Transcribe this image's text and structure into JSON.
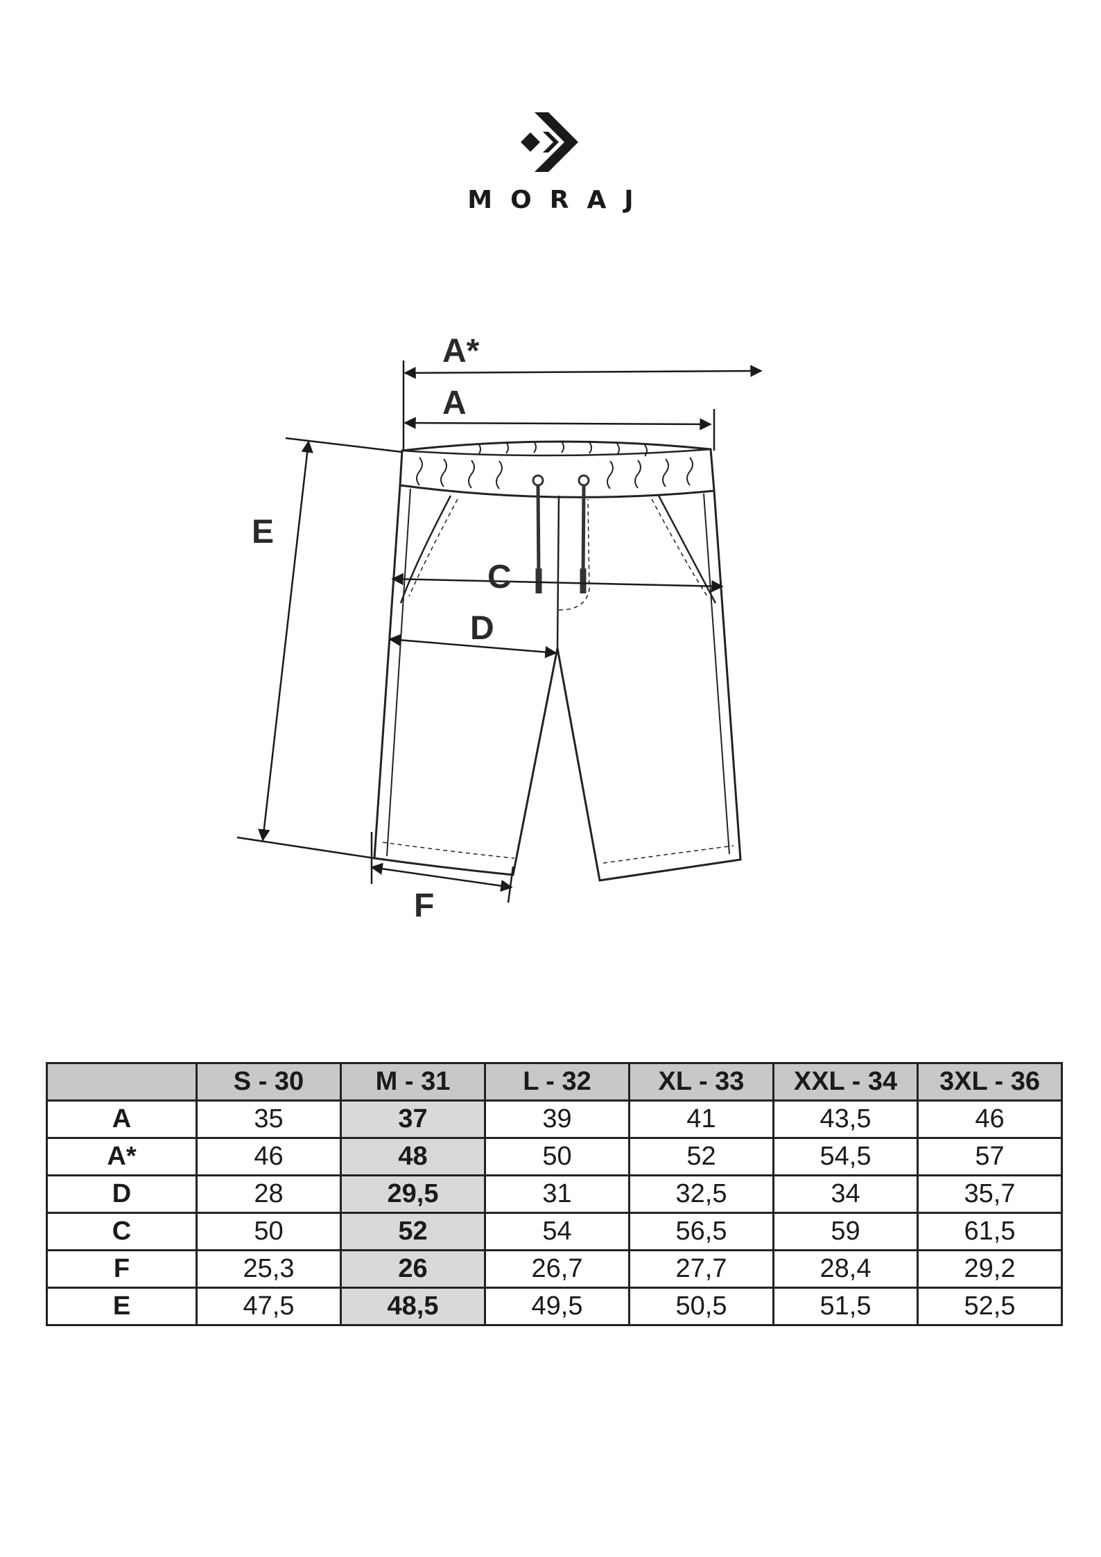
{
  "brand": {
    "name": "MORAJ",
    "icon": "arrow-chevron-logo-icon"
  },
  "diagram": {
    "labels": {
      "a_star": "A*",
      "a": "A",
      "e": "E",
      "c": "C",
      "d": "D",
      "f": "F"
    }
  },
  "table": {
    "corner": "",
    "columns": [
      "S - 30",
      "M - 31",
      "L - 32",
      "XL - 33",
      "XXL - 34",
      "3XL - 36"
    ],
    "highlight_column": 1,
    "rows": [
      {
        "label": "A",
        "values": [
          "35",
          "37",
          "39",
          "41",
          "43,5",
          "46"
        ]
      },
      {
        "label": "A*",
        "values": [
          "46",
          "48",
          "50",
          "52",
          "54,5",
          "57"
        ]
      },
      {
        "label": "D",
        "values": [
          "28",
          "29,5",
          "31",
          "32,5",
          "34",
          "35,7"
        ]
      },
      {
        "label": "C",
        "values": [
          "50",
          "52",
          "54",
          "56,5",
          "59",
          "61,5"
        ]
      },
      {
        "label": "F",
        "values": [
          "25,3",
          "26",
          "26,7",
          "27,7",
          "28,4",
          "29,2"
        ]
      },
      {
        "label": "E",
        "values": [
          "47,5",
          "48,5",
          "49,5",
          "50,5",
          "51,5",
          "52,5"
        ]
      }
    ]
  },
  "colors": {
    "header_bg": "#c8c8c8",
    "highlight_bg": "#d9d9d9",
    "ink": "#1a1a1a"
  }
}
